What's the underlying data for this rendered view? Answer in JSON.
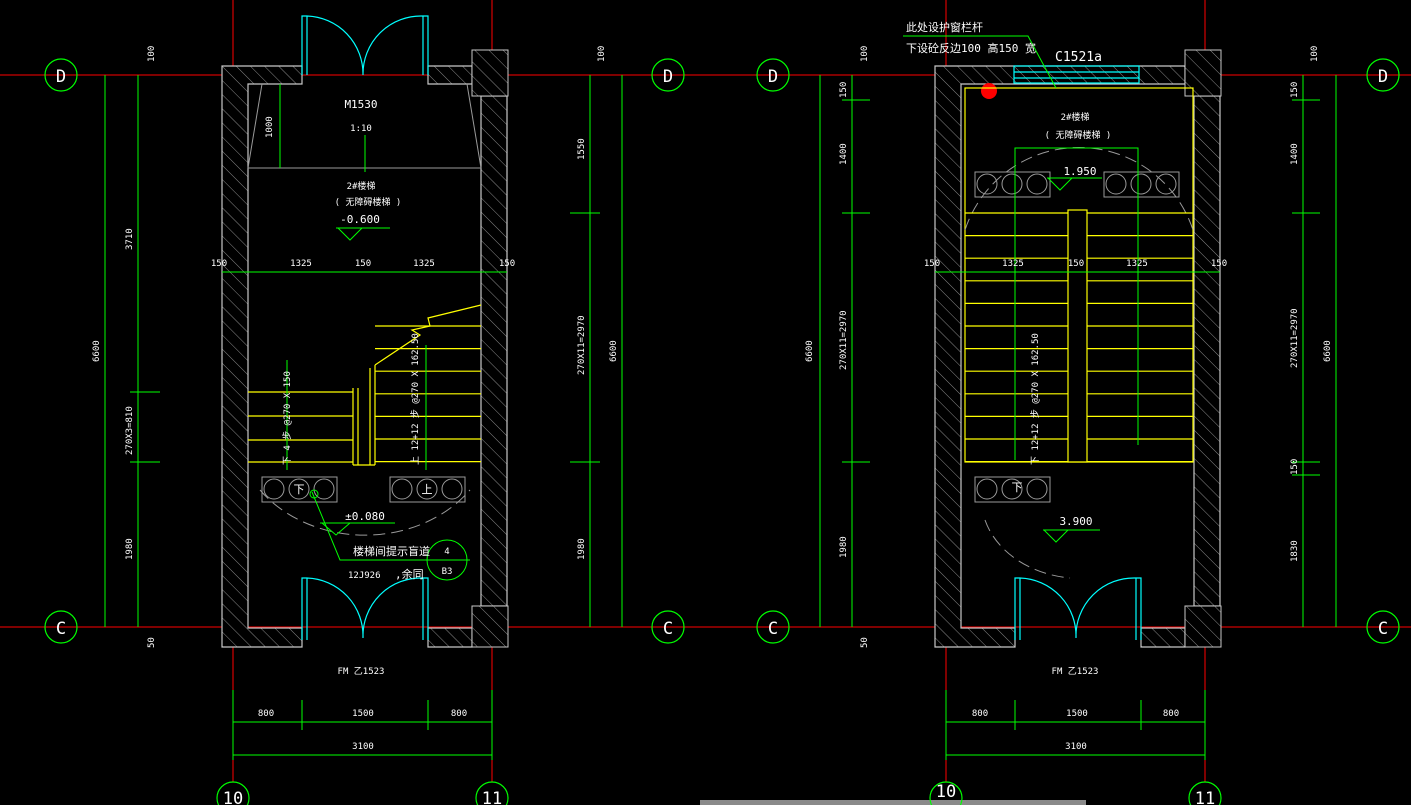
{
  "grid_labels": {
    "d": "D",
    "c": "C",
    "axis10": "10",
    "axis11": "11"
  },
  "left_plan": {
    "door_top": "M1530",
    "ratio": "1:10",
    "stair_name": "2#楼梯",
    "stair_type": "( 无障碍楼梯          )",
    "elev_top": "-0.600",
    "ramp_dim": "1000",
    "h_dims": [
      "150",
      "1325",
      "150",
      "1325",
      "150"
    ],
    "left_dims": {
      "top": "100",
      "d1": "3710",
      "d2": "270X3=810",
      "d3": "1980",
      "total": "6600",
      "bottom": "50"
    },
    "right_dims": {
      "top": "100",
      "d1": "1550",
      "d2": "270X11=2970",
      "d3": "1980",
      "total": "6600"
    },
    "flight_down": "下 4 步 @270 X 150",
    "flight_up": "上 12+12 步 @270 X 162.50",
    "down": "下",
    "up": "上",
    "elev_floor": "±0.080",
    "note": "楼梯间提示盲道",
    "note_ref": "12J926",
    "note_rest": ",余同",
    "detail_no": "4",
    "detail_sheet": "B3",
    "door_bottom": "FM 乙1523",
    "bottom_dims": [
      "800",
      "1500",
      "800"
    ],
    "bottom_total": "3100"
  },
  "right_plan": {
    "note1": "此处设护窗栏杆",
    "note2": "下设砼反边100  高150  宽",
    "window": "C1521a",
    "stair_name": "2#楼梯",
    "stair_type": "( 无障碍楼梯          )",
    "elev_mid": "1.950",
    "h_dims": [
      "150",
      "1325",
      "150",
      "1325",
      "150"
    ],
    "left_dims": {
      "top": "100",
      "d0": "150",
      "d1": "1400",
      "d2": "270X11=2970",
      "d3": "1980",
      "total": "6600",
      "bottom": "50"
    },
    "right_dims": {
      "top": "100",
      "d0": "150",
      "d1": "1400",
      "d2": "270X11=2970",
      "d25": "150",
      "d3": "1830",
      "total": "6600"
    },
    "flight": "下 12+12 步 @270 X 162.50",
    "down": "下",
    "elev_floor": "3.900",
    "door_bottom": "FM 乙1523",
    "bottom_dims": [
      "800",
      "1500",
      "800"
    ],
    "bottom_total": "3100"
  },
  "colors": {
    "background": "#000000",
    "dimension": "#00ff00",
    "axis": "#ff0000",
    "stair": "#ffff00",
    "door": "#00ffff",
    "wall": "#c8c8c8"
  }
}
